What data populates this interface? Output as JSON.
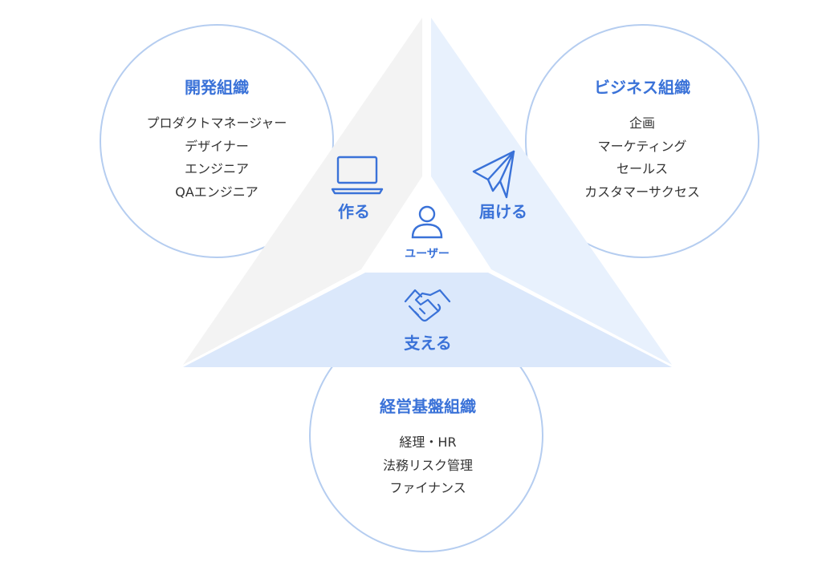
{
  "organizations": {
    "development": {
      "title": "開発組織",
      "roles": [
        "プロダクトマネージャー",
        "デザイナー",
        "エンジニア",
        "QAエンジニア"
      ]
    },
    "business": {
      "title": "ビジネス組織",
      "roles": [
        "企画",
        "マーケティング",
        "セールス",
        "カスタマーサクセス"
      ]
    },
    "management": {
      "title": "経営基盤組織",
      "roles": [
        "経理・HR",
        "法務リスク管理",
        "ファイナンス"
      ]
    }
  },
  "actions": {
    "build": "作る",
    "deliver": "届ける",
    "support": "支える"
  },
  "center": {
    "label": "ユーザー"
  },
  "icons": {
    "build": "laptop-icon",
    "deliver": "paper-plane-icon",
    "support": "handshake-icon",
    "center": "user-icon"
  },
  "colors": {
    "accent": "#3a72d8",
    "circle_stroke": "#b5cdf0",
    "left_panel": "#f3f3f3",
    "right_panel": "#e8f1fd",
    "bottom_panel": "#dbe8fb",
    "text": "#333333"
  }
}
